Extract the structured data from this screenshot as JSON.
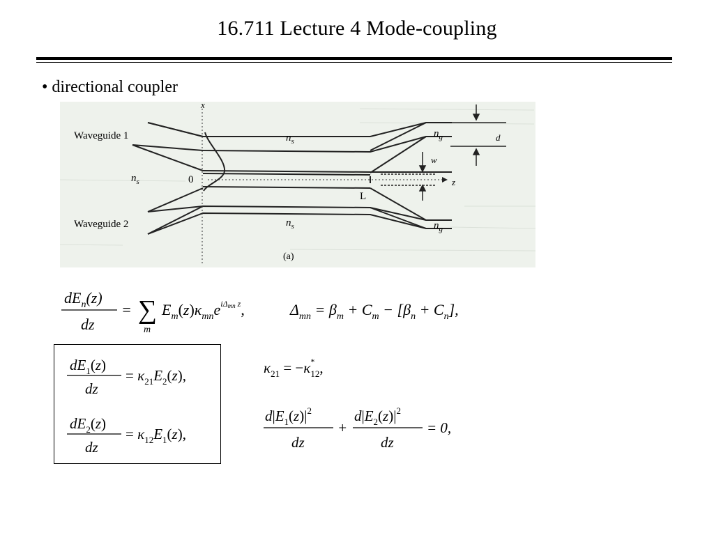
{
  "title": "16.711 Lecture 4 Mode-coupling",
  "bullet": "• directional coupler",
  "figure": {
    "waveguide1": "Waveguide 1",
    "waveguide2": "Waveguide 2",
    "ns": "n",
    "ns_sub": "s",
    "ng": "n",
    "ng_sub": "g",
    "x_axis": "x",
    "z_axis": "z",
    "origin": "0",
    "length": "L",
    "gap": "w",
    "width": "d",
    "caption": "(a)"
  },
  "equations": {
    "general": "dE_n(z)/dz = Σ_m E_m(z) κ_mn e^{iΔ_mn z},  Δ_mn = β_m + C_m − [β_n + C_n],",
    "coupled_1": "dE_1(z)/dz = κ_21 E_2(z),",
    "coupled_2": "dE_2(z)/dz = κ_12 E_1(z),",
    "kappa_relation": "κ_21 = −κ*_12,",
    "power_conservation": "d|E_1(z)|²/dz + d|E_2(z)|²/dz = 0,"
  }
}
